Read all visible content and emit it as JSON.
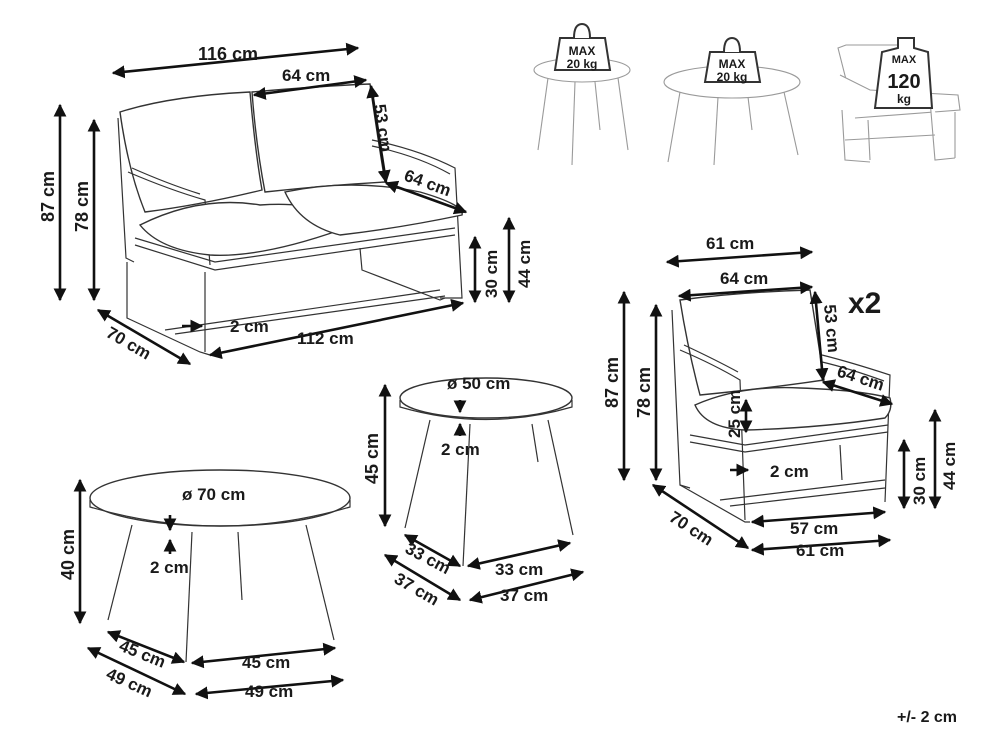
{
  "sofa": {
    "width_total": "116 cm",
    "seat_width": "64 cm",
    "back_height": "53 cm",
    "seat_depth": "64 cm",
    "height_total": "87 cm",
    "height_back": "78 cm",
    "seat_height": "44 cm",
    "armrest_height": "30 cm",
    "depth": "70 cm",
    "frame_gap": "2 cm",
    "base_width": "112 cm"
  },
  "load_icons": {
    "small_table_max": "MAX",
    "small_table_kg": "20 kg",
    "coffee_table_max": "MAX",
    "coffee_table_kg": "20 kg",
    "chair_max": "MAX",
    "chair_value": "120",
    "chair_unit": "kg"
  },
  "armchair": {
    "quantity": "x2",
    "width_top": "61 cm",
    "seat_width": "64 cm",
    "back_height": "53 cm",
    "seat_depth": "64 cm",
    "height_total": "87 cm",
    "height_back": "78 cm",
    "cushion_thickness": "25 cm",
    "seat_height": "44 cm",
    "armrest_height": "30 cm",
    "frame_gap": "2 cm",
    "depth": "70 cm",
    "base_width": "57 cm",
    "width_bottom": "61 cm"
  },
  "side_table": {
    "diameter": "ø 50 cm",
    "height": "45 cm",
    "top_thickness": "2 cm",
    "leg_span_a": "33 cm",
    "leg_span_b": "33 cm",
    "outer_a": "37 cm",
    "outer_b": "37 cm"
  },
  "coffee_table": {
    "diameter": "ø 70 cm",
    "height": "40 cm",
    "top_thickness": "2 cm",
    "leg_span_a": "45 cm",
    "leg_span_b": "45 cm",
    "outer_a": "49 cm",
    "outer_b": "49 cm"
  },
  "tolerance": "+/- 2 cm"
}
